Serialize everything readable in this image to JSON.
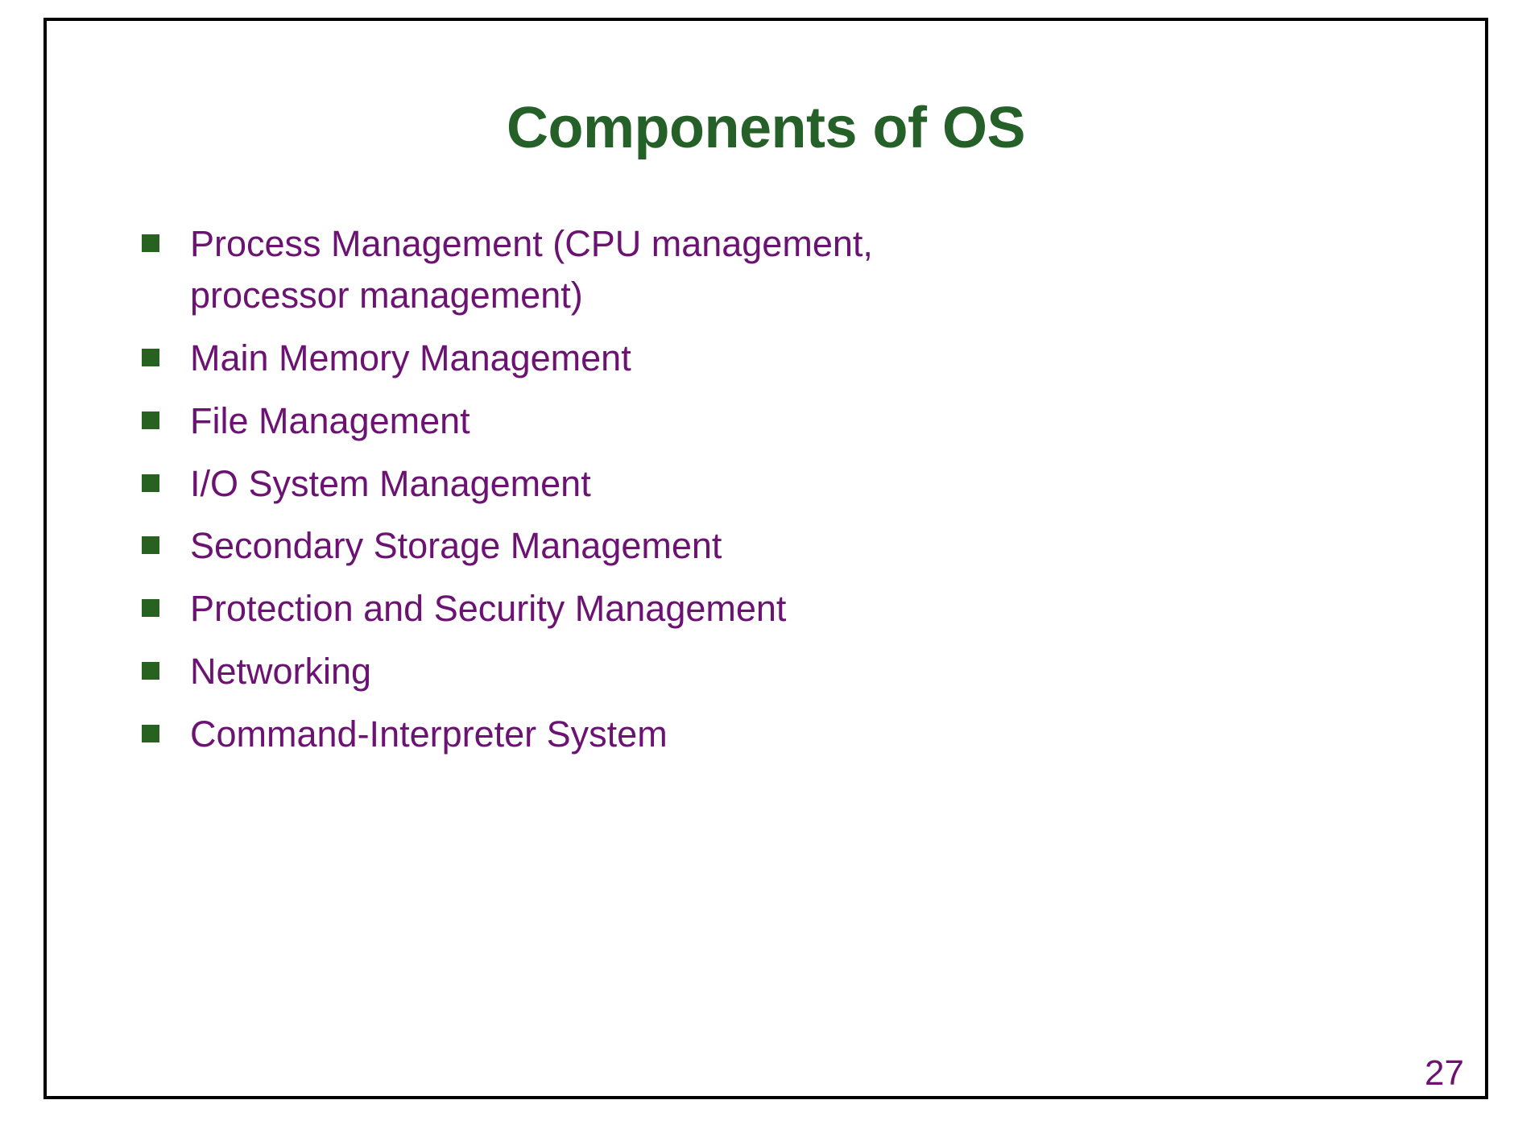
{
  "slide": {
    "title": "Components of OS",
    "page_number": "27",
    "title_color": "#256029",
    "body_color": "#6B1273",
    "bullet_color": "#276221",
    "background_color": "#ffffff",
    "border_color": "#000000",
    "bullet_glyph": "square-bullet",
    "bullets": [
      {
        "text": "Process Management (CPU management, processor management)"
      },
      {
        "text": "Main Memory Management"
      },
      {
        "text": "File Management"
      },
      {
        "text": "I/O System Management"
      },
      {
        "text": "Secondary Storage Management"
      },
      {
        "text": "Protection and Security Management"
      },
      {
        "text": "Networking"
      },
      {
        "text": "Command-Interpreter System"
      }
    ]
  }
}
